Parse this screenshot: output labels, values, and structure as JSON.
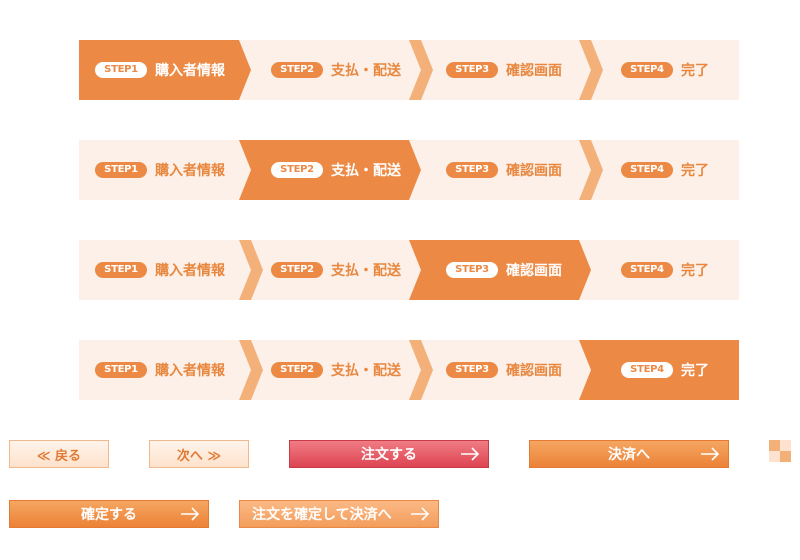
{
  "steps": [
    {
      "code": "STEP1",
      "label": "購入者情報"
    },
    {
      "code": "STEP2",
      "label": "支払・配送"
    },
    {
      "code": "STEP3",
      "label": "確認画面"
    },
    {
      "code": "STEP4",
      "label": "完了"
    }
  ],
  "buttons": {
    "back": "≪ 戻る",
    "next": "次へ ≫",
    "place_order": "注文する",
    "to_settlement": "決済へ",
    "confirm": "確定する",
    "confirm_and_settle": "注文を確定して決済へ"
  },
  "colors": {
    "active": "#ec8a45",
    "inactive": "#fdf0e8",
    "chevron": "#f3b079",
    "text": "#e8873f",
    "order_button": "#e0505c"
  },
  "icons": [
    "arrow-right-icon",
    "checker-decoration-icon"
  ]
}
